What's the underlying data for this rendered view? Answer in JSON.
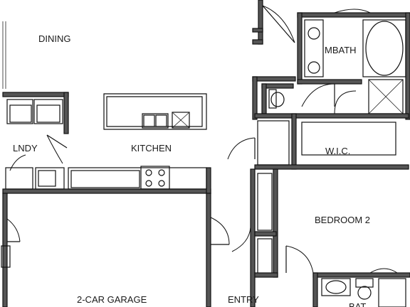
{
  "plan": {
    "rooms": {
      "dining": "DINING",
      "mbath": "MBATH",
      "lndy": "LNDY",
      "kitchen": "KITCHEN",
      "wic": "W.I.C.",
      "bedroom2": "BEDROOM 2",
      "garage": "2-CAR GARAGE",
      "entry": "ENTRY",
      "bath_partial": "BAT"
    }
  }
}
